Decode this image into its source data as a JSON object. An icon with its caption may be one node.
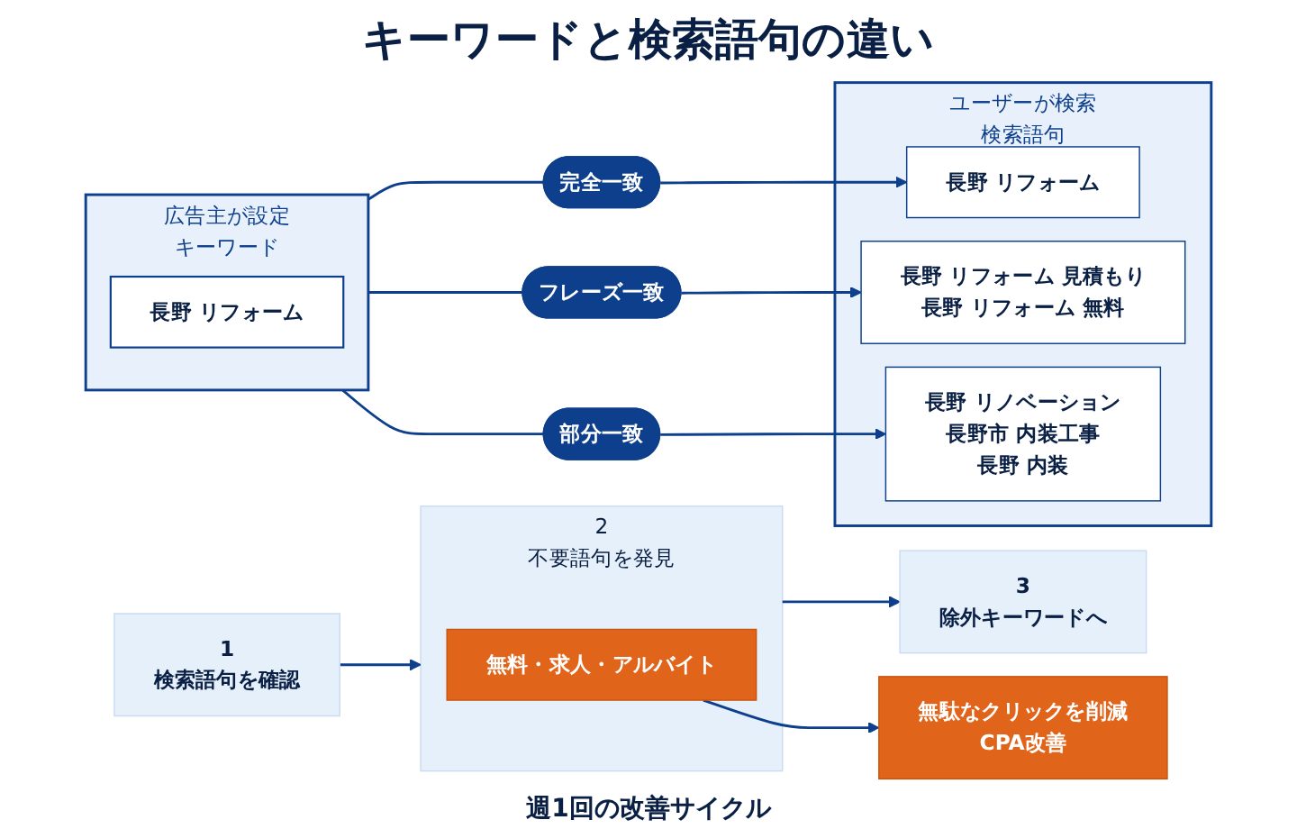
{
  "diagram": {
    "title": "キーワードと検索語句の違い",
    "nodes": [
      {
        "text": [
          "広告主が設定",
          "キーワード"
        ]
      },
      {
        "text": [
          "長野 リフォーム"
        ],
        "in": 0
      },
      {
        "text": [
          "完全一致"
        ]
      },
      {
        "text": [
          "フレーズ一致"
        ]
      },
      {
        "text": [
          "部分一致"
        ]
      },
      {
        "text": [
          "ユーザーが検索",
          "検索語句"
        ]
      },
      {
        "text": [
          "長野 リフォーム"
        ],
        "in": 5
      },
      {
        "text": [
          "長野 リフォーム 見積もり",
          "長野 リフォーム 無料"
        ],
        "in": 5
      },
      {
        "text": [
          "長野 リノベーション",
          "長野市 内装工事",
          "長野 内装"
        ],
        "in": 5
      },
      {
        "text": [
          "1",
          "検索語句を確認"
        ]
      },
      {
        "text": [
          "2",
          "不要語句を発見"
        ]
      },
      {
        "text": [
          "無料・求人・アルバイト"
        ],
        "in": 10
      },
      {
        "text": [
          "3",
          "除外キーワードへ"
        ]
      },
      {
        "text": [
          "無駄なクリックを削減",
          "CPA改善"
        ]
      }
    ],
    "edges": [
      {
        "from": 0,
        "to": 2,
        "arrow": "none"
      },
      {
        "from": 2,
        "to": 6,
        "arrow": "to"
      },
      {
        "from": 0,
        "to": 3,
        "arrow": "none"
      },
      {
        "from": 3,
        "to": 7,
        "arrow": "to"
      },
      {
        "from": 0,
        "to": 4,
        "arrow": "none"
      },
      {
        "from": 4,
        "to": 8,
        "arrow": "to"
      },
      {
        "from": 9,
        "to": 10,
        "arrow": "to"
      },
      {
        "from": 10,
        "to": 12,
        "arrow": "to"
      },
      {
        "from": 11,
        "to": 13,
        "arrow": "to"
      }
    ],
    "labels": [
      "週1回の改善サイクル"
    ]
  }
}
